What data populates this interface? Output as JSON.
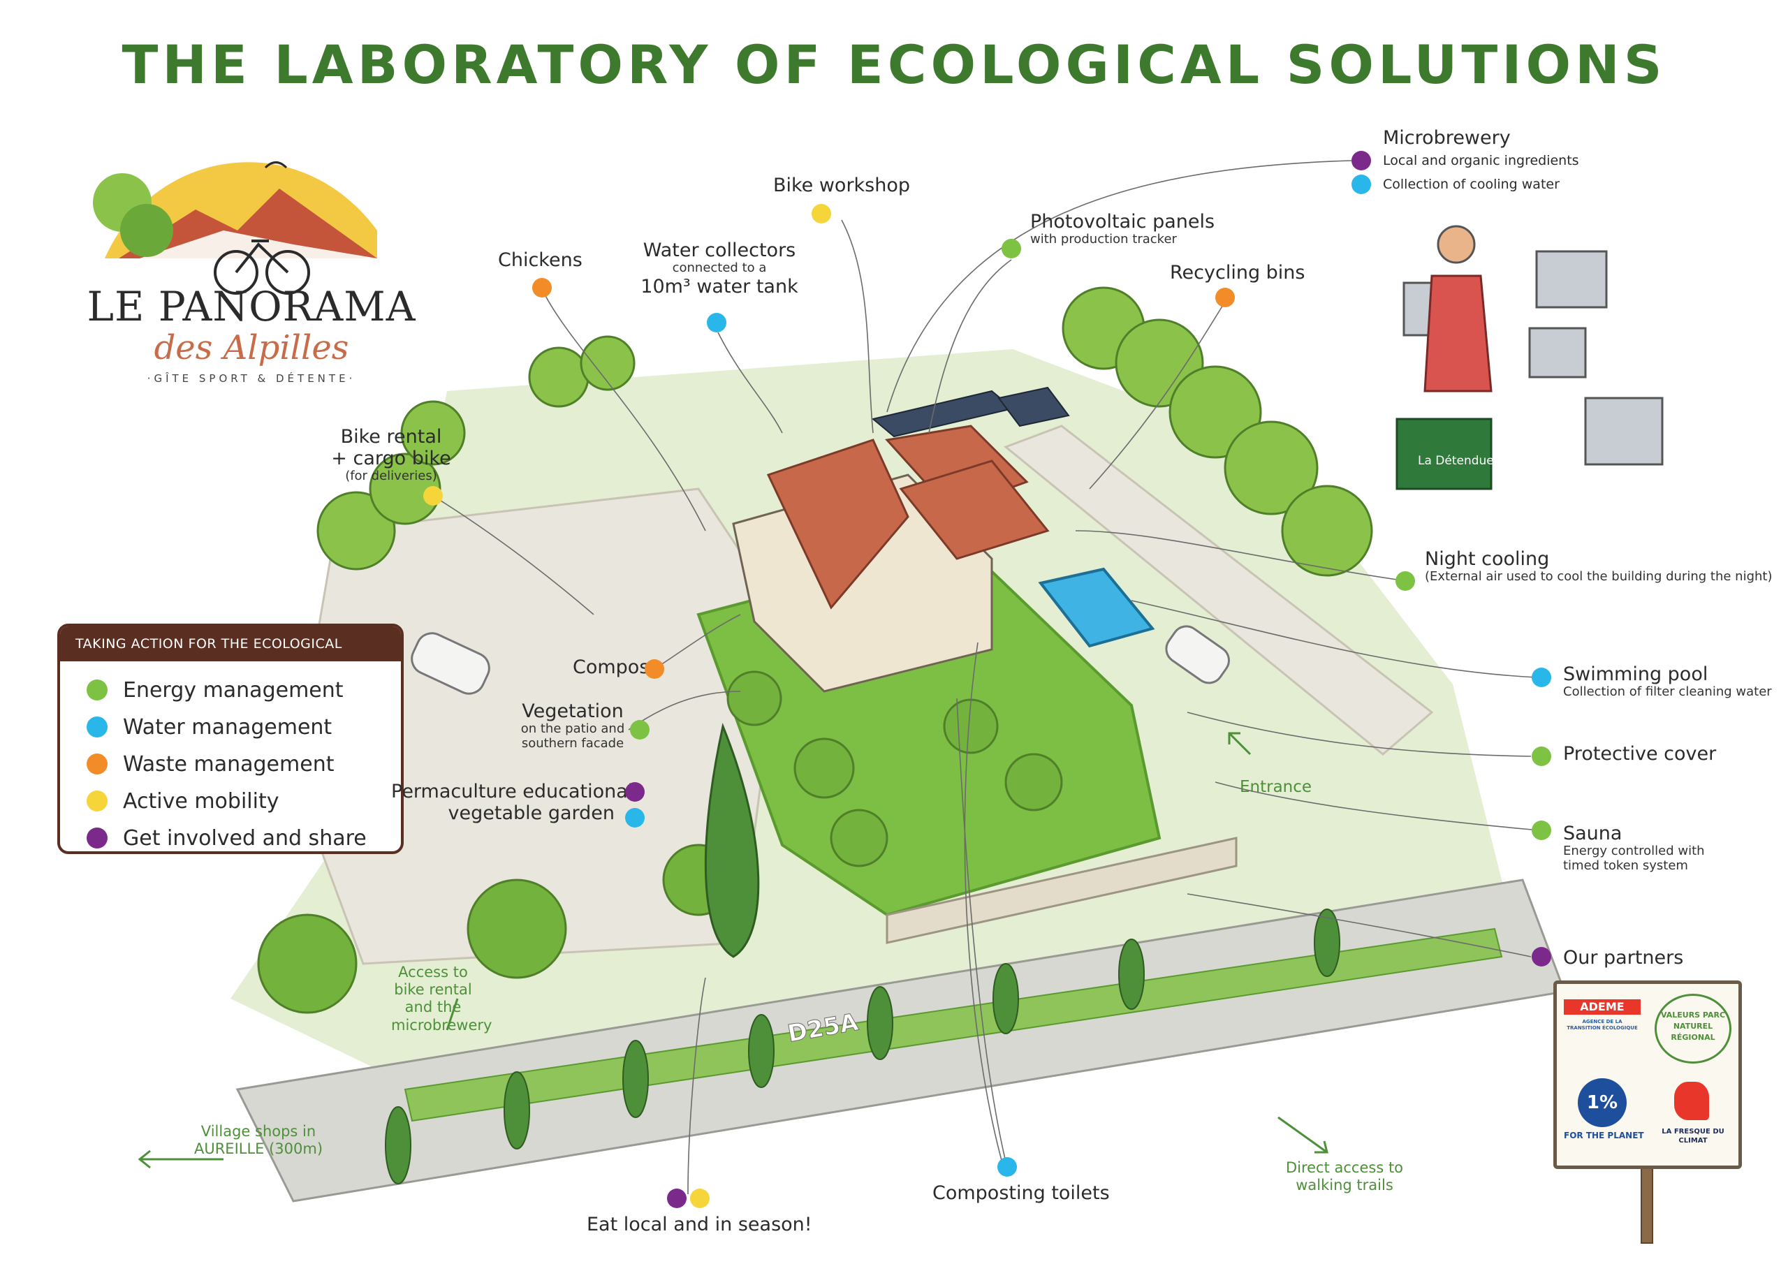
{
  "title": "THE LABORATORY OF ECOLOGICAL SOLUTIONS",
  "logo": {
    "name": "LE PANORAMA",
    "script": "des Alpilles",
    "tagline": "·GÎTE SPORT & DÉTENTE·"
  },
  "colors": {
    "energy": "#7dc242",
    "water": "#29b6e8",
    "waste": "#f28c28",
    "mobility": "#f5d53a",
    "involve": "#7b2a8b",
    "title_green": "#3e7a2d",
    "legend_brown": "#5b2e22"
  },
  "legend": {
    "heading": "TAKING ACTION FOR THE ECOLOGICAL TRANSITION",
    "items": [
      {
        "label": "Energy management",
        "category": "energy"
      },
      {
        "label": "Water management",
        "category": "water"
      },
      {
        "label": "Waste management",
        "category": "waste"
      },
      {
        "label": "Active mobility",
        "category": "mobility"
      },
      {
        "label": "Get involved and share",
        "category": "involve"
      }
    ]
  },
  "labels": {
    "microbrewery": {
      "title": "Microbrewery",
      "line1": "Local and organic ingredients",
      "line2": "Collection of cooling water"
    },
    "bike_workshop": {
      "title": "Bike workshop"
    },
    "photovoltaic": {
      "title": "Photovoltaic panels",
      "sub": "with production tracker"
    },
    "recycling": {
      "title": "Recycling bins"
    },
    "chickens": {
      "title": "Chickens"
    },
    "water_collectors": {
      "title": "Water collectors",
      "sub": "connected to a",
      "title2": "10m³ water tank"
    },
    "bike_rental": {
      "title": "Bike rental",
      "title2": "+ cargo bike",
      "sub": "(for deliveries)"
    },
    "night_cooling": {
      "title": "Night cooling",
      "sub": "(External air used to cool the building during the night)"
    },
    "compost": {
      "title": "Compost"
    },
    "vegetation": {
      "title": "Vegetation",
      "sub1": "on the patio and",
      "sub2": "southern facade"
    },
    "swimming_pool": {
      "title": "Swimming pool",
      "sub": "Collection of filter cleaning water"
    },
    "protective_cover": {
      "title": "Protective cover"
    },
    "permaculture": {
      "title": "Permaculture educational",
      "title2": "vegetable garden"
    },
    "entrance": {
      "title": "Entrance"
    },
    "sauna": {
      "title": "Sauna",
      "sub1": "Energy controlled with",
      "sub2": "timed token system"
    },
    "our_partners": {
      "title": "Our partners"
    },
    "access_bike": {
      "line1": "Access to",
      "line2": "bike rental",
      "line3": "and the",
      "line4": "microbrewery"
    },
    "village": {
      "line1": "Village shops in",
      "line2": "AUREILLE (300m)"
    },
    "eat_local": {
      "title": "Eat local and in season!"
    },
    "composting_toilets": {
      "title": "Composting toilets"
    },
    "walking_trails": {
      "line1": "Direct access to",
      "line2": "walking trails"
    },
    "road": "D25A",
    "brewery_crate": "La Détendue"
  },
  "partners": {
    "ademe": "ADEME",
    "ademe_sub": "AGENCE DE LA TRANSITION ÉCOLOGIQUE",
    "parc": "VALEURS PARC NATUREL RÉGIONAL",
    "onepct": "1%",
    "onepct_sub": "FOR THE PLANET",
    "fresque": "LA FRESQUE DU CLIMAT"
  }
}
